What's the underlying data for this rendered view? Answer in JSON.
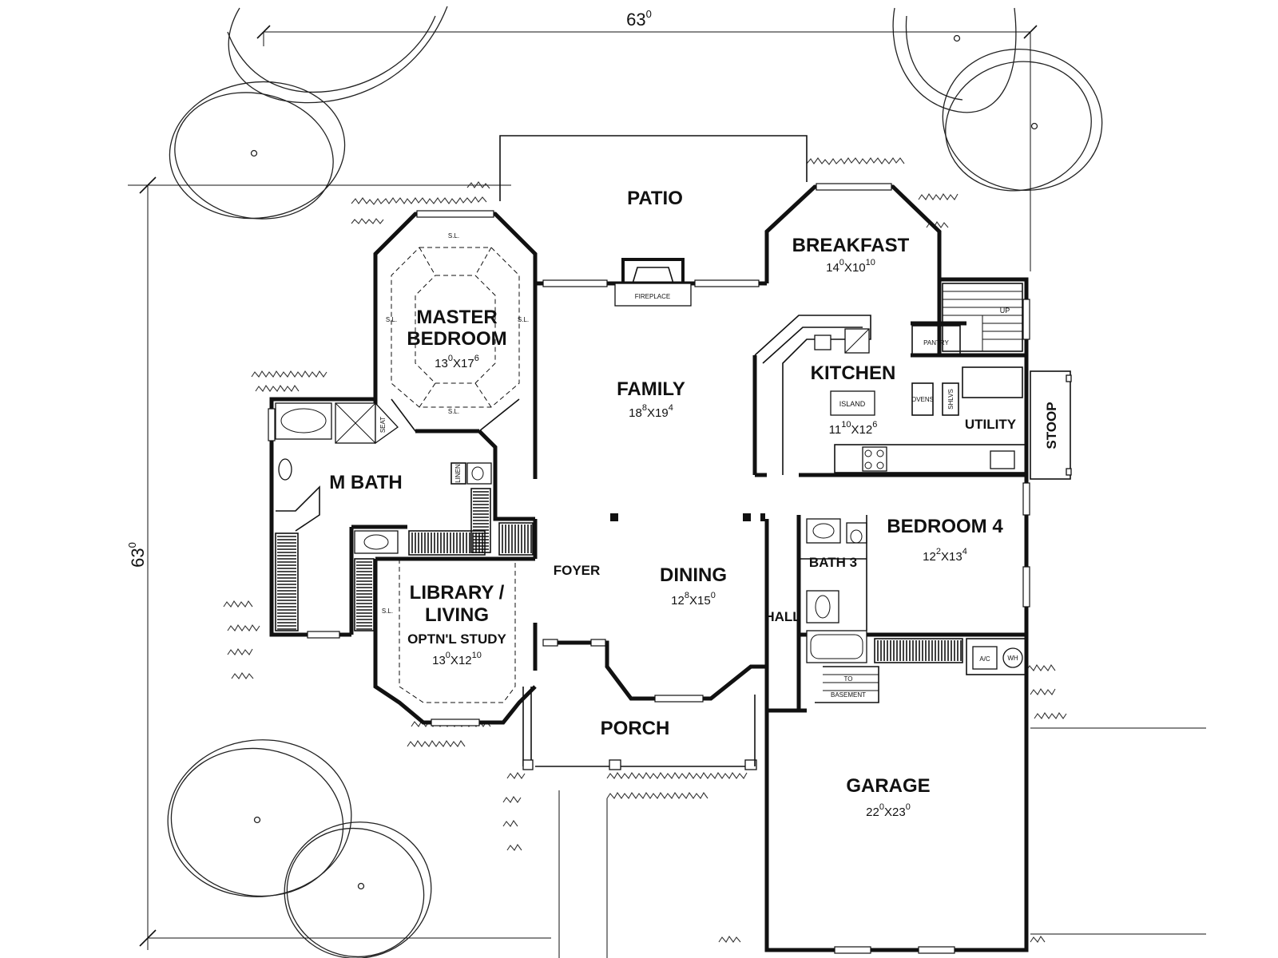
{
  "overall": {
    "width_label": "63",
    "width_sup": "0",
    "depth_label": "63",
    "depth_sup": "0"
  },
  "rooms": {
    "patio": {
      "name": "PATIO"
    },
    "breakfast": {
      "name": "BREAKFAST",
      "d1": "14",
      "s1": "0",
      "x": "X",
      "d2": "10",
      "s2": "10"
    },
    "master": {
      "line1": "MASTER",
      "line2": "BEDROOM",
      "d1": "13",
      "s1": "0",
      "x": "X",
      "d2": "17",
      "s2": "6"
    },
    "family": {
      "name": "FAMILY",
      "d1": "18",
      "s1": "8",
      "x": "X",
      "d2": "19",
      "s2": "4"
    },
    "kitchen": {
      "name": "KITCHEN",
      "d1": "11",
      "s1": "10",
      "x": "X",
      "d2": "12",
      "s2": "6"
    },
    "utility": {
      "name": "UTILITY"
    },
    "stoop": {
      "name": "STOOP"
    },
    "mbath": {
      "name": "M  BATH"
    },
    "bedroom4": {
      "name": "BEDROOM  4",
      "d1": "12",
      "s1": "2",
      "x": "X",
      "d2": "13",
      "s2": "4"
    },
    "bath3": {
      "name": "BATH  3"
    },
    "hall": {
      "name": "HALL"
    },
    "foyer": {
      "name": "FOYER"
    },
    "dining": {
      "name": "DINING",
      "d1": "12",
      "s1": "8",
      "x": "X",
      "d2": "15",
      "s2": "0"
    },
    "library": {
      "line1": "LIBRARY /",
      "line2": "LIVING",
      "line3": "OPTN'L STUDY",
      "d1": "13",
      "s1": "0",
      "x": "X",
      "d2": "12",
      "s2": "10"
    },
    "porch": {
      "name": "PORCH"
    },
    "garage": {
      "name": "GARAGE",
      "d1": "22",
      "s1": "0",
      "x": "X",
      "d2": "23",
      "s2": "0"
    }
  },
  "labels": {
    "fireplace": "FIREPLACE",
    "up": "UP",
    "pantry": "PANTRY",
    "island": "ISLAND",
    "ovens": "OVENS",
    "shlvs": "SHLVS",
    "seat": "SEAT",
    "linen": "LINEN",
    "ac": "A/C",
    "wh": "WH",
    "to": "TO",
    "basement": "BASEMENT",
    "shelf_marks": [
      "S.L.",
      "S.L.",
      "S.L.",
      "S.L.",
      "S.L."
    ]
  }
}
